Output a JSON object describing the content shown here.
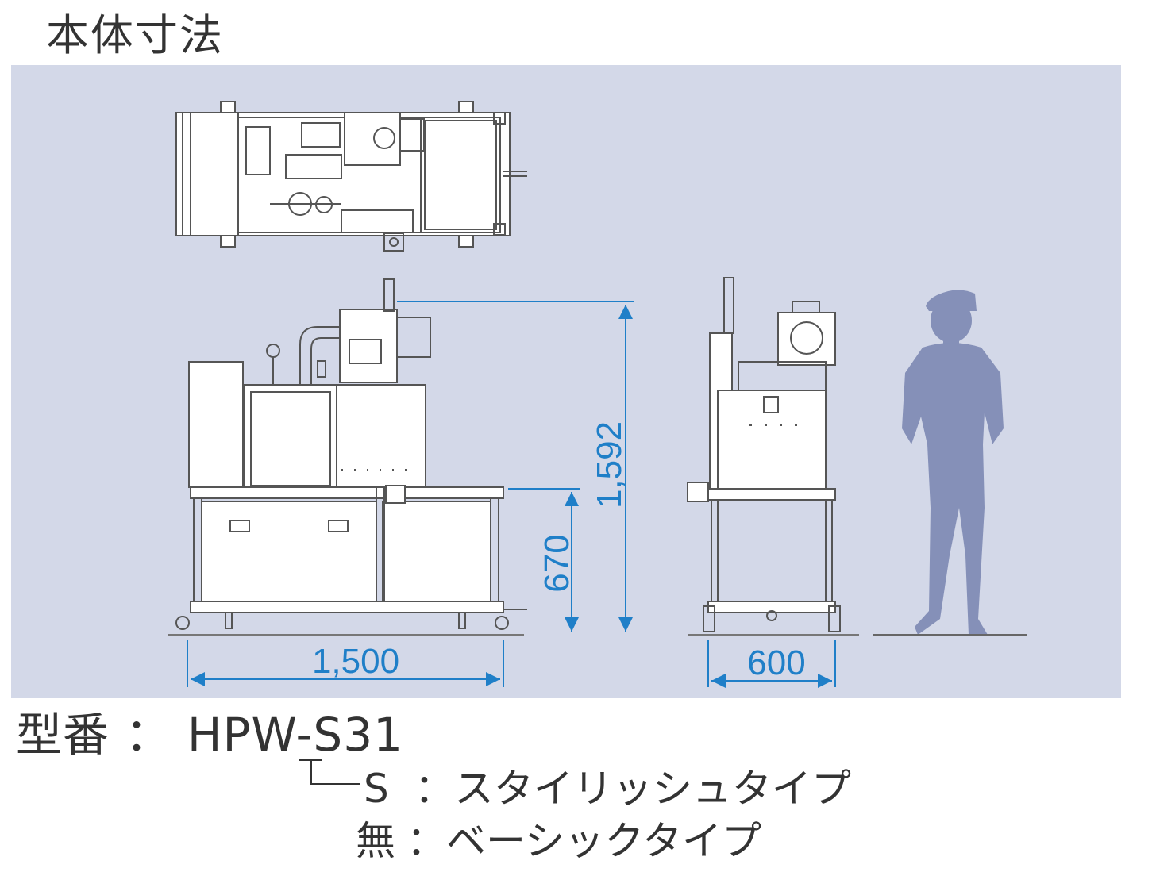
{
  "page_title": "本体寸法",
  "dimensions": {
    "front_width": "1,500",
    "table_height": "670",
    "total_height": "1,592",
    "side_width": "600"
  },
  "model": {
    "label": "型番",
    "separator": "：",
    "number": "HPW-S31"
  },
  "options": [
    {
      "key": "S",
      "separator": "：",
      "text": "スタイリッシュタイプ"
    },
    {
      "key": "無",
      "separator": "：",
      "text": "ベーシックタイプ"
    }
  ],
  "colors": {
    "panel_background": "#d3d8e8",
    "dimension_lines": "#1f7fc8",
    "machine_lines": "#555555",
    "person_silhouette": "#8590b8",
    "text": "#333333"
  },
  "icons": [
    "top-view-drawing",
    "front-view-drawing",
    "side-view-drawing",
    "person-silhouette-icon"
  ]
}
